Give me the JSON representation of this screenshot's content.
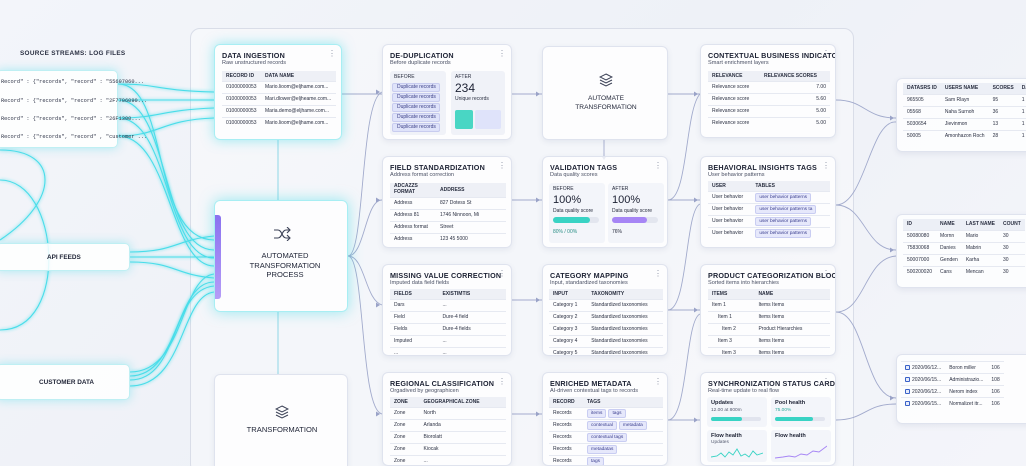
{
  "colors": {
    "glow": "#39dbe8",
    "accent": "#8a72f0",
    "line": "#9aa3c8",
    "teal": "#39d3c4",
    "purple": "#a685f5"
  },
  "source": {
    "header": "SOURCE STREAMS: LOG FILES",
    "logs": [
      "Record\" : {\"records\", \"record\" : \"55697060...",
      "Record\" : {\"records\", \"record\" : \"2F7706090...",
      "Record\" : {\"records\", \"record\" : \"26F1300...",
      "Record\" : {\"records\", \"record\" , \"customer ..."
    ],
    "api": "API FEEDS",
    "customer": "CUSTOMER DATA"
  },
  "automated": {
    "label": "AUTOMATED TRANSFORMATION PROCESS",
    "icon": "shuffle-icon"
  },
  "transformation": {
    "label": "TRANSFORMATION",
    "icon": "layers-icon"
  },
  "ingestion": {
    "title": "DATA INGESTION",
    "sub": "Raw unstructured records",
    "cols": [
      "RECORD ID",
      "DATA NAME"
    ],
    "rows": [
      [
        "01000000053",
        "Mario.lioom@eljhame.com..."
      ],
      [
        "01000000053",
        "Mari.dlower@eljheame.com..."
      ],
      [
        "01000000053",
        "Maria.demo@eljhame.com..."
      ],
      [
        "01000000053",
        "Mario.lioom@eljhame.com..."
      ]
    ]
  },
  "dedup": {
    "title": "DE-DUPLICATION",
    "sub": "Before duplicate records",
    "before_label": "BEFORE",
    "after_label": "AFTER",
    "items": [
      "Duplicate records",
      "Duplicate records",
      "Duplicate records",
      "Duplicate records",
      "Duplicate records"
    ],
    "count": "234",
    "count_label": "Unique records"
  },
  "auto_transform": {
    "label": "AUTOMATE TRANSFORMATION"
  },
  "contextual": {
    "title": "CONTEXTUAL BUSINESS INDICATORS",
    "sub": "Smart enrichment layers",
    "cols": [
      "RELEVANCE",
      "RELEVANCE SCORES"
    ],
    "rows": [
      [
        "Relevance score",
        "7.00"
      ],
      [
        "Relevance score",
        "5.60"
      ],
      [
        "Relevance score",
        "5.00"
      ],
      [
        "Relevance score",
        "5.00"
      ]
    ]
  },
  "field_std": {
    "title": "FIELD STANDARDIZATION",
    "sub": "Address format correction",
    "cols": [
      "ADCAZZS FORMAT",
      "ADDRESS"
    ],
    "rows": [
      [
        "Address",
        "827 Dotess St"
      ],
      [
        "Address 81",
        "1746 Ninnoon, Mi"
      ],
      [
        "Address format",
        "Street"
      ],
      [
        "Address",
        "123 45 5000"
      ]
    ]
  },
  "validation": {
    "title": "VALIDATION TAGS",
    "sub": "Data quality scores",
    "before": {
      "label": "BEFORE",
      "pct": "100%",
      "caption": "Data quality score",
      "foot": "80% / 00%",
      "fill": 0.8
    },
    "after": {
      "label": "AFTER",
      "pct": "100%",
      "caption": "Data quality score",
      "foot": "76%",
      "fill": 0.76
    }
  },
  "behavioral": {
    "title": "BEHAVIORAL INSIGHTS TAGS",
    "sub": "User behavior patterns",
    "cols": [
      "USER",
      "TABLES"
    ],
    "rows": [
      [
        "User behavior",
        "user behavior patterns"
      ],
      [
        "User behavior",
        "user behavior patterns ta"
      ],
      [
        "User behavior",
        "user behavior patterns"
      ],
      [
        "User behavior",
        "user behavior patterns"
      ]
    ]
  },
  "missing": {
    "title": "MISSING VALUE CORRECTION",
    "sub": "Imputed data field fields",
    "cols": [
      "FIELDS",
      "EXISTIMTIS"
    ],
    "rows": [
      [
        "Dars",
        "..."
      ],
      [
        "Field",
        "Dure-4 field"
      ],
      [
        "Fields",
        "Dure-4 fields"
      ],
      [
        "Imputed",
        "..."
      ],
      [
        "...",
        "..."
      ]
    ]
  },
  "category": {
    "title": "CATEGORY MAPPING",
    "sub": "Input, standardized taxonomies",
    "cols": [
      "INPUT",
      "TAXONOMITY"
    ],
    "rows": [
      [
        "Category 1",
        "Standardized taxonomies"
      ],
      [
        "Category 2",
        "Standardized taxonomies"
      ],
      [
        "Category 3",
        "Standardized taxonomies"
      ],
      [
        "Category 4",
        "Standardized taxonomies"
      ],
      [
        "Category 5",
        "Standardized taxonomies"
      ]
    ]
  },
  "product": {
    "title": "PRODUCT CATEGORIZATION BLOCKS",
    "sub": "Sorted items into hierarchies",
    "cols": [
      "ITEMS",
      "NAME"
    ],
    "rows": [
      [
        "Item 1",
        "Items Items"
      ],
      [
        "Item 1",
        "Items Items"
      ],
      [
        "Item 2",
        "Product Hierarchies"
      ],
      [
        "Item 3",
        "Items Items"
      ],
      [
        "Item 3",
        "Items Items"
      ]
    ]
  },
  "regional": {
    "title": "REGIONAL CLASSIFICATION",
    "sub": "Orgadived by geographicen",
    "cols": [
      "ZONE",
      "GEOGRAPHICAL ZONE"
    ],
    "rows": [
      [
        "Zone",
        "North"
      ],
      [
        "Zone",
        "Arlanda"
      ],
      [
        "Zone",
        "Biorolatt"
      ],
      [
        "Zone",
        "Kiocak"
      ],
      [
        "Zone",
        "..."
      ]
    ]
  },
  "enriched": {
    "title": "ENRICHED METADATA",
    "sub": "AI-driven contextual tags to records",
    "cols": [
      "RECORD",
      "TAGS"
    ],
    "rows": [
      [
        "Records",
        [
          "items",
          "tags"
        ]
      ],
      [
        "Records",
        [
          "contextual",
          "metadata"
        ]
      ],
      [
        "Records",
        [
          "contextual tags"
        ]
      ],
      [
        "Records",
        [
          "metadatas"
        ]
      ],
      [
        "Records",
        [
          "tags"
        ]
      ]
    ]
  },
  "sync": {
    "title": "SYNCHRONIZATION STATUS CARDS",
    "sub": "Real-time update to real flow",
    "updates": {
      "label": "Updates",
      "sub": "12.00 at 800m",
      "fill": 0.62
    },
    "pool": {
      "label": "Pool health",
      "sub": "75.00%",
      "fill": 0.75
    },
    "flow1": {
      "label": "Flow health",
      "sub": "Updates"
    },
    "flow2": {
      "label": "Flow health"
    }
  },
  "out1": {
    "cols": [
      "DATASRS ID",
      "USERS NAME",
      "SCORES",
      "DA"
    ],
    "rows": [
      [
        "965505",
        "Sam Rlayn",
        "95",
        "1"
      ],
      [
        "05568",
        "Naha Surnoh",
        "36",
        "1"
      ],
      [
        "5030654",
        "Jievinmon",
        "13",
        "1"
      ],
      [
        "50005",
        "Amonhazon Roch",
        "28",
        "1"
      ]
    ]
  },
  "out2": {
    "cols": [
      "ID",
      "NAME",
      "LAST NAME",
      "COUNT"
    ],
    "rows": [
      [
        "50080080",
        "Mornn",
        "Mario",
        "30"
      ],
      [
        "75830068",
        "Danies",
        "Mabrin",
        "30"
      ],
      [
        "50007000",
        "Genden",
        "Karha",
        "30"
      ],
      [
        "500200020",
        "Cans",
        "Mencan",
        "30"
      ]
    ]
  },
  "out3": {
    "rows": [
      [
        "2020/06/12...",
        "Boron miller",
        "106"
      ],
      [
        "2020/06/15...",
        "Administrazio...",
        "108"
      ],
      [
        "2020/06/12...",
        "Nerom index",
        "106"
      ],
      [
        "2020/06/15...",
        "Normalizet itr...",
        "106"
      ]
    ]
  }
}
